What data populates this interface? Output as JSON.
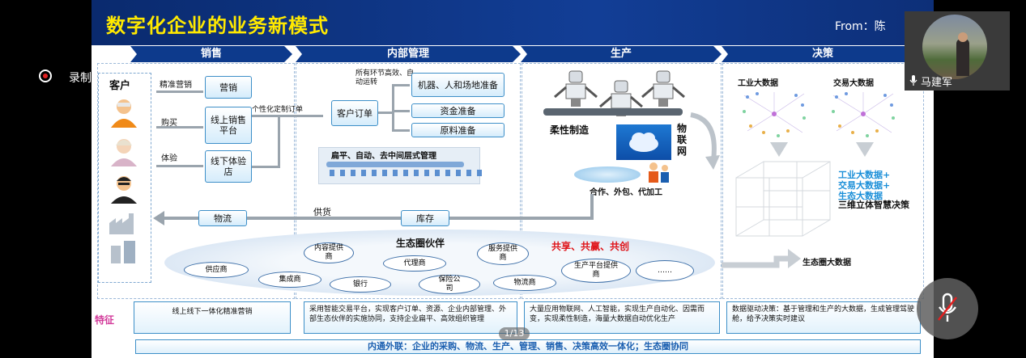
{
  "recording": {
    "label": "录制中"
  },
  "slide": {
    "title": "数字化企业的业务新模式",
    "from": "From：陈",
    "page": "1/13",
    "columns": [
      "销售",
      "内部管理",
      "生产",
      "决策"
    ],
    "sales": {
      "customer": "客户",
      "arrows": [
        "精准营销",
        "购买",
        "体验"
      ],
      "boxes": [
        "营销",
        "线上销售平台",
        "线下体验店"
      ],
      "custom_order": "个性化定制订单"
    },
    "internal": {
      "note": "所有环节高效、自动运转",
      "order": "客户订单",
      "preps": [
        "机器、人和场地准备",
        "资金准备",
        "原料准备"
      ],
      "flat": "扁平、自动、去中间层式管理"
    },
    "production": {
      "flexible": "柔性制造",
      "iot": "物联网",
      "coop": "合作、外包、代加工"
    },
    "decision": {
      "industrial": "工业大数据",
      "trade": "交易大数据",
      "combo": [
        "工业大数据+",
        "交易大数据+",
        "生态大数据"
      ],
      "result": "三维立体智慧决策",
      "eco_data": "生态圈大数据"
    },
    "flow": {
      "logistics": "物流",
      "supply": "供货",
      "inventory": "库存"
    },
    "eco": {
      "title": "生态圈伙伴",
      "slogan": "共享、共赢、共创",
      "partners": [
        "内容提供商",
        "服务提供商",
        "代理商",
        "供应商",
        "集成商",
        "银行",
        "保险公司",
        "物流商",
        "生产平台提供商",
        "……"
      ]
    },
    "features": {
      "label": "特征",
      "items": [
        "线上线下一体化精准营销",
        "采用智能交易平台，实现客户订单、资源、企业内部管理、外部生态伙伴的实施协同，支持企业扁平、高效组织管理",
        "大量应用物联网、人工智能，实现生产自动化、因需而变，实现柔性制造，海量大数据自动优化生产",
        "数据驱动决策：基于管理和生产的大数据，生成管理驾驶舱，给予决策实时建议"
      ],
      "bottom": "内通外联：企业的采购、物流、生产、管理、销售、决策高效一体化；生态圈协同"
    }
  },
  "participant": {
    "name": "马建军"
  },
  "colors": {
    "accent": "#0d3a8c",
    "title": "#ffe900",
    "slogan": "#e0151a",
    "decision_text": "#1b8fd8"
  }
}
